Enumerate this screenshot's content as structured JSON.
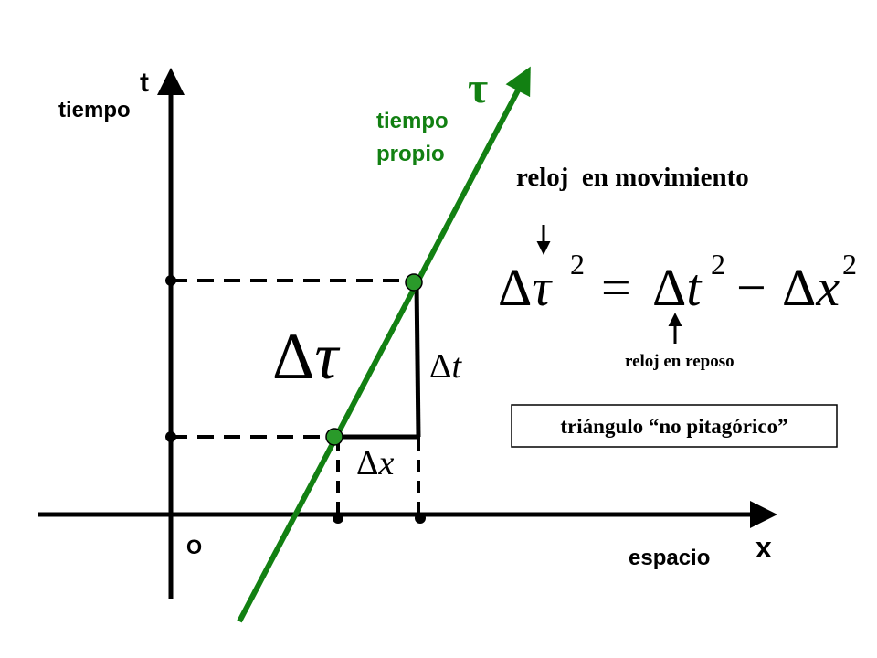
{
  "axes": {
    "t_label": "t",
    "t_name": "tiempo",
    "x_label": "x",
    "x_name": "espacio",
    "origin": "O"
  },
  "worldline": {
    "symbol": "τ",
    "label_line1": "tiempo",
    "label_line2": "propio"
  },
  "moving_clock": "reloj  en movimiento",
  "rest_clock": "reloj en reposo",
  "triangle_note": "triángulo “no pitagórico”",
  "equation": {
    "delta": "Δ",
    "tau": "τ",
    "t": "t",
    "x": "x",
    "sq": "2",
    "eq": "=",
    "minus": "−"
  },
  "marks": {
    "d_tau": "Δτ",
    "d_t": "Δt",
    "d_x": "Δx"
  },
  "colors": {
    "axis": "#000000",
    "worldline": "#128012",
    "event_fill": "#2a9a2a",
    "text_green": "#128012"
  }
}
